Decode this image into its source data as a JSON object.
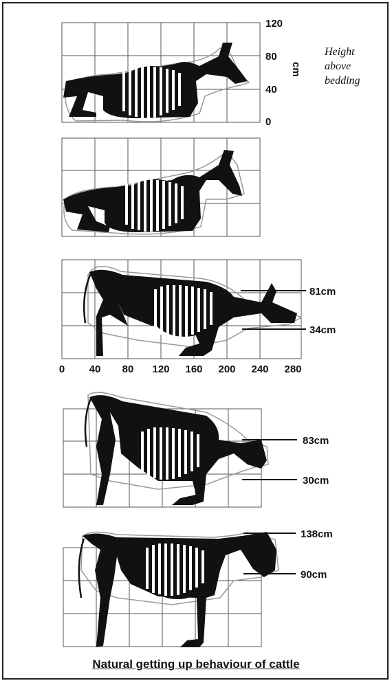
{
  "caption": "Natural getting up behaviour of cattle",
  "legend": {
    "line1": "Height",
    "line2": "above",
    "line3": "bedding",
    "unit": "cm"
  },
  "yaxis_ticks": [
    "120",
    "80",
    "40",
    "0"
  ],
  "xaxis_ticks": [
    "0",
    "40",
    "80",
    "120",
    "160",
    "200",
    "240",
    "280"
  ],
  "stages": [
    {
      "id": 1,
      "labels": []
    },
    {
      "id": 2,
      "labels": []
    },
    {
      "id": 3,
      "labels": [
        "81cm",
        "34cm"
      ]
    },
    {
      "id": 4,
      "labels": [
        "83cm",
        "30cm"
      ]
    },
    {
      "id": 5,
      "labels": [
        "138cm",
        "90cm"
      ]
    }
  ],
  "colors": {
    "ink": "#111111",
    "grid": "#555555",
    "outline": "#999999"
  }
}
